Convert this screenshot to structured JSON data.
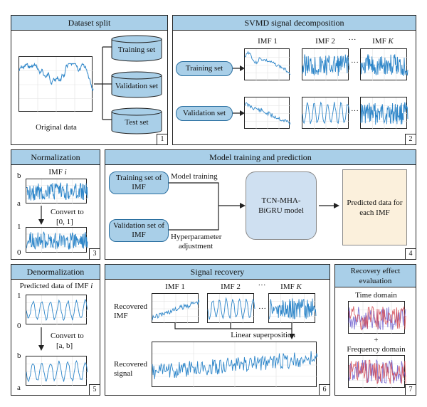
{
  "panels": {
    "dataset_split": {
      "title": "Dataset split",
      "original_label": "Original data",
      "training": "Training set",
      "validation": "Validation set",
      "test": "Test set",
      "number": "1"
    },
    "svmd": {
      "title": "SVMD signal decomposition",
      "imf1": "IMF 1",
      "imf2": "IMF 2",
      "dots": "···",
      "imfk_prefix": "IMF ",
      "imfk_k": "K",
      "training_set": "Training set",
      "validation_set": "Validation set",
      "number": "2"
    },
    "normalization": {
      "title": "Normalization",
      "imf_prefix": "IMF ",
      "imf_i": "i",
      "b": "b",
      "a": "a",
      "convert_to": "Convert to",
      "range": "[0, 1]",
      "one": "1",
      "zero": "0",
      "number": "3"
    },
    "model": {
      "title": "Model training and prediction",
      "training_set_imf": "Training set of IMF",
      "validation_set_imf": "Validation set of IMF",
      "model_training": "Model training",
      "hyperparameter": "Hyperparameter adjustment",
      "model_name": "TCN-MHA-BiGRU model",
      "predicted": "Predicted data for each IMF",
      "number": "4"
    },
    "denormalization": {
      "title": "Denormalization",
      "predicted_prefix": "Predicted data of IMF ",
      "predicted_i": "i",
      "one": "1",
      "zero": "0",
      "convert_to": "Convert to",
      "range": "[a, b]",
      "b": "b",
      "a": "a",
      "number": "5"
    },
    "recovery": {
      "title": "Signal recovery",
      "imf1": "IMF 1",
      "imf2": "IMF 2",
      "dots": "···",
      "imfk_prefix": "IMF ",
      "imfk_k": "K",
      "recovered_imf": "Recovered IMF",
      "linear": "Linear superposition",
      "recovered_signal": "Recovered signal",
      "number": "6"
    },
    "evaluation": {
      "title": "Recovery effect evaluation",
      "time": "Time domain",
      "plus": "+",
      "frequency": "Frequency domain",
      "number": "7"
    }
  },
  "colors": {
    "header": "#a9cfe8",
    "signal": "#2e86c9",
    "cylinder": "#a9cfe8",
    "model_box": "#cfe0f1",
    "predicted_box": "#fbf0dc",
    "eval_red": "#d2454f",
    "eval_purple": "#6a5acd"
  }
}
